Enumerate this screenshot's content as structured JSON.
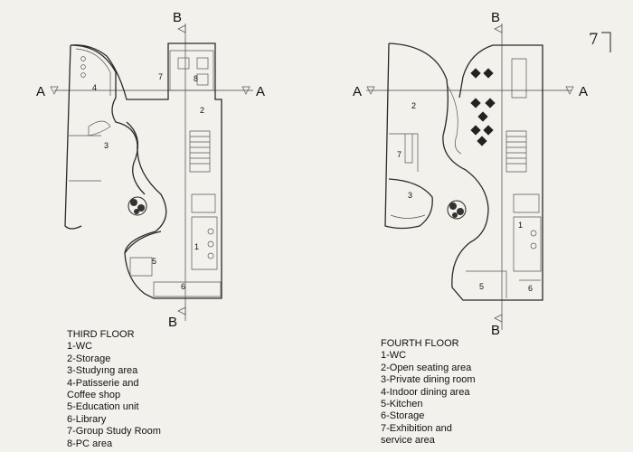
{
  "page_number": "7",
  "section_marks": {
    "a_label": "A",
    "b_label": "B"
  },
  "third_floor": {
    "title": "THIRD FLOOR",
    "items": [
      "1-WC",
      "2-Storage",
      "3-Studyıng area",
      "4-Patisserie and",
      "Coffee shop",
      "5-Education unit",
      "6-Library",
      "7-Group Study Room",
      "8-PC area"
    ],
    "room_numbers": [
      "1",
      "2",
      "3",
      "4",
      "5",
      "6",
      "7",
      "8"
    ]
  },
  "fourth_floor": {
    "title": "FOURTH FLOOR",
    "items": [
      "1-WC",
      "2-Open seating area",
      "3-Private dining room",
      "4-Indoor dining area",
      "5-Kitchen",
      "6-Storage",
      "7-Exhibition and",
      "service area"
    ],
    "room_numbers": [
      "1",
      "2",
      "3",
      "5",
      "6",
      "7"
    ]
  },
  "colors": {
    "background": "#f2f1ec",
    "line": "#2a2a2a"
  }
}
